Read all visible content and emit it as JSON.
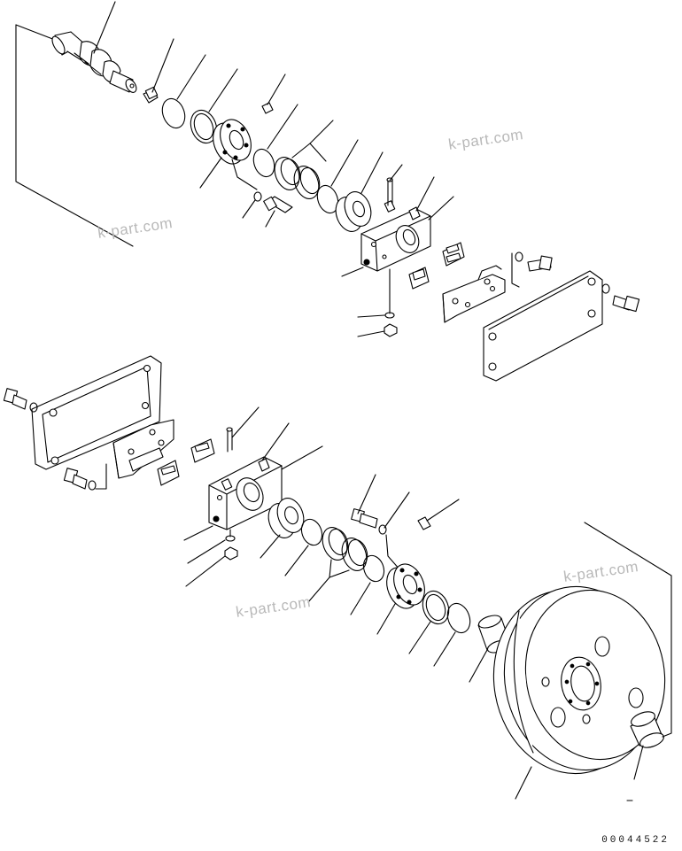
{
  "watermarks": [
    "k-part.com",
    "k-part.com",
    "k-part.com",
    "k-part.com"
  ],
  "document_number": "00044522",
  "colors": {
    "line": "#000000",
    "watermark": "#b9b9b9",
    "background": "#ffffff"
  }
}
